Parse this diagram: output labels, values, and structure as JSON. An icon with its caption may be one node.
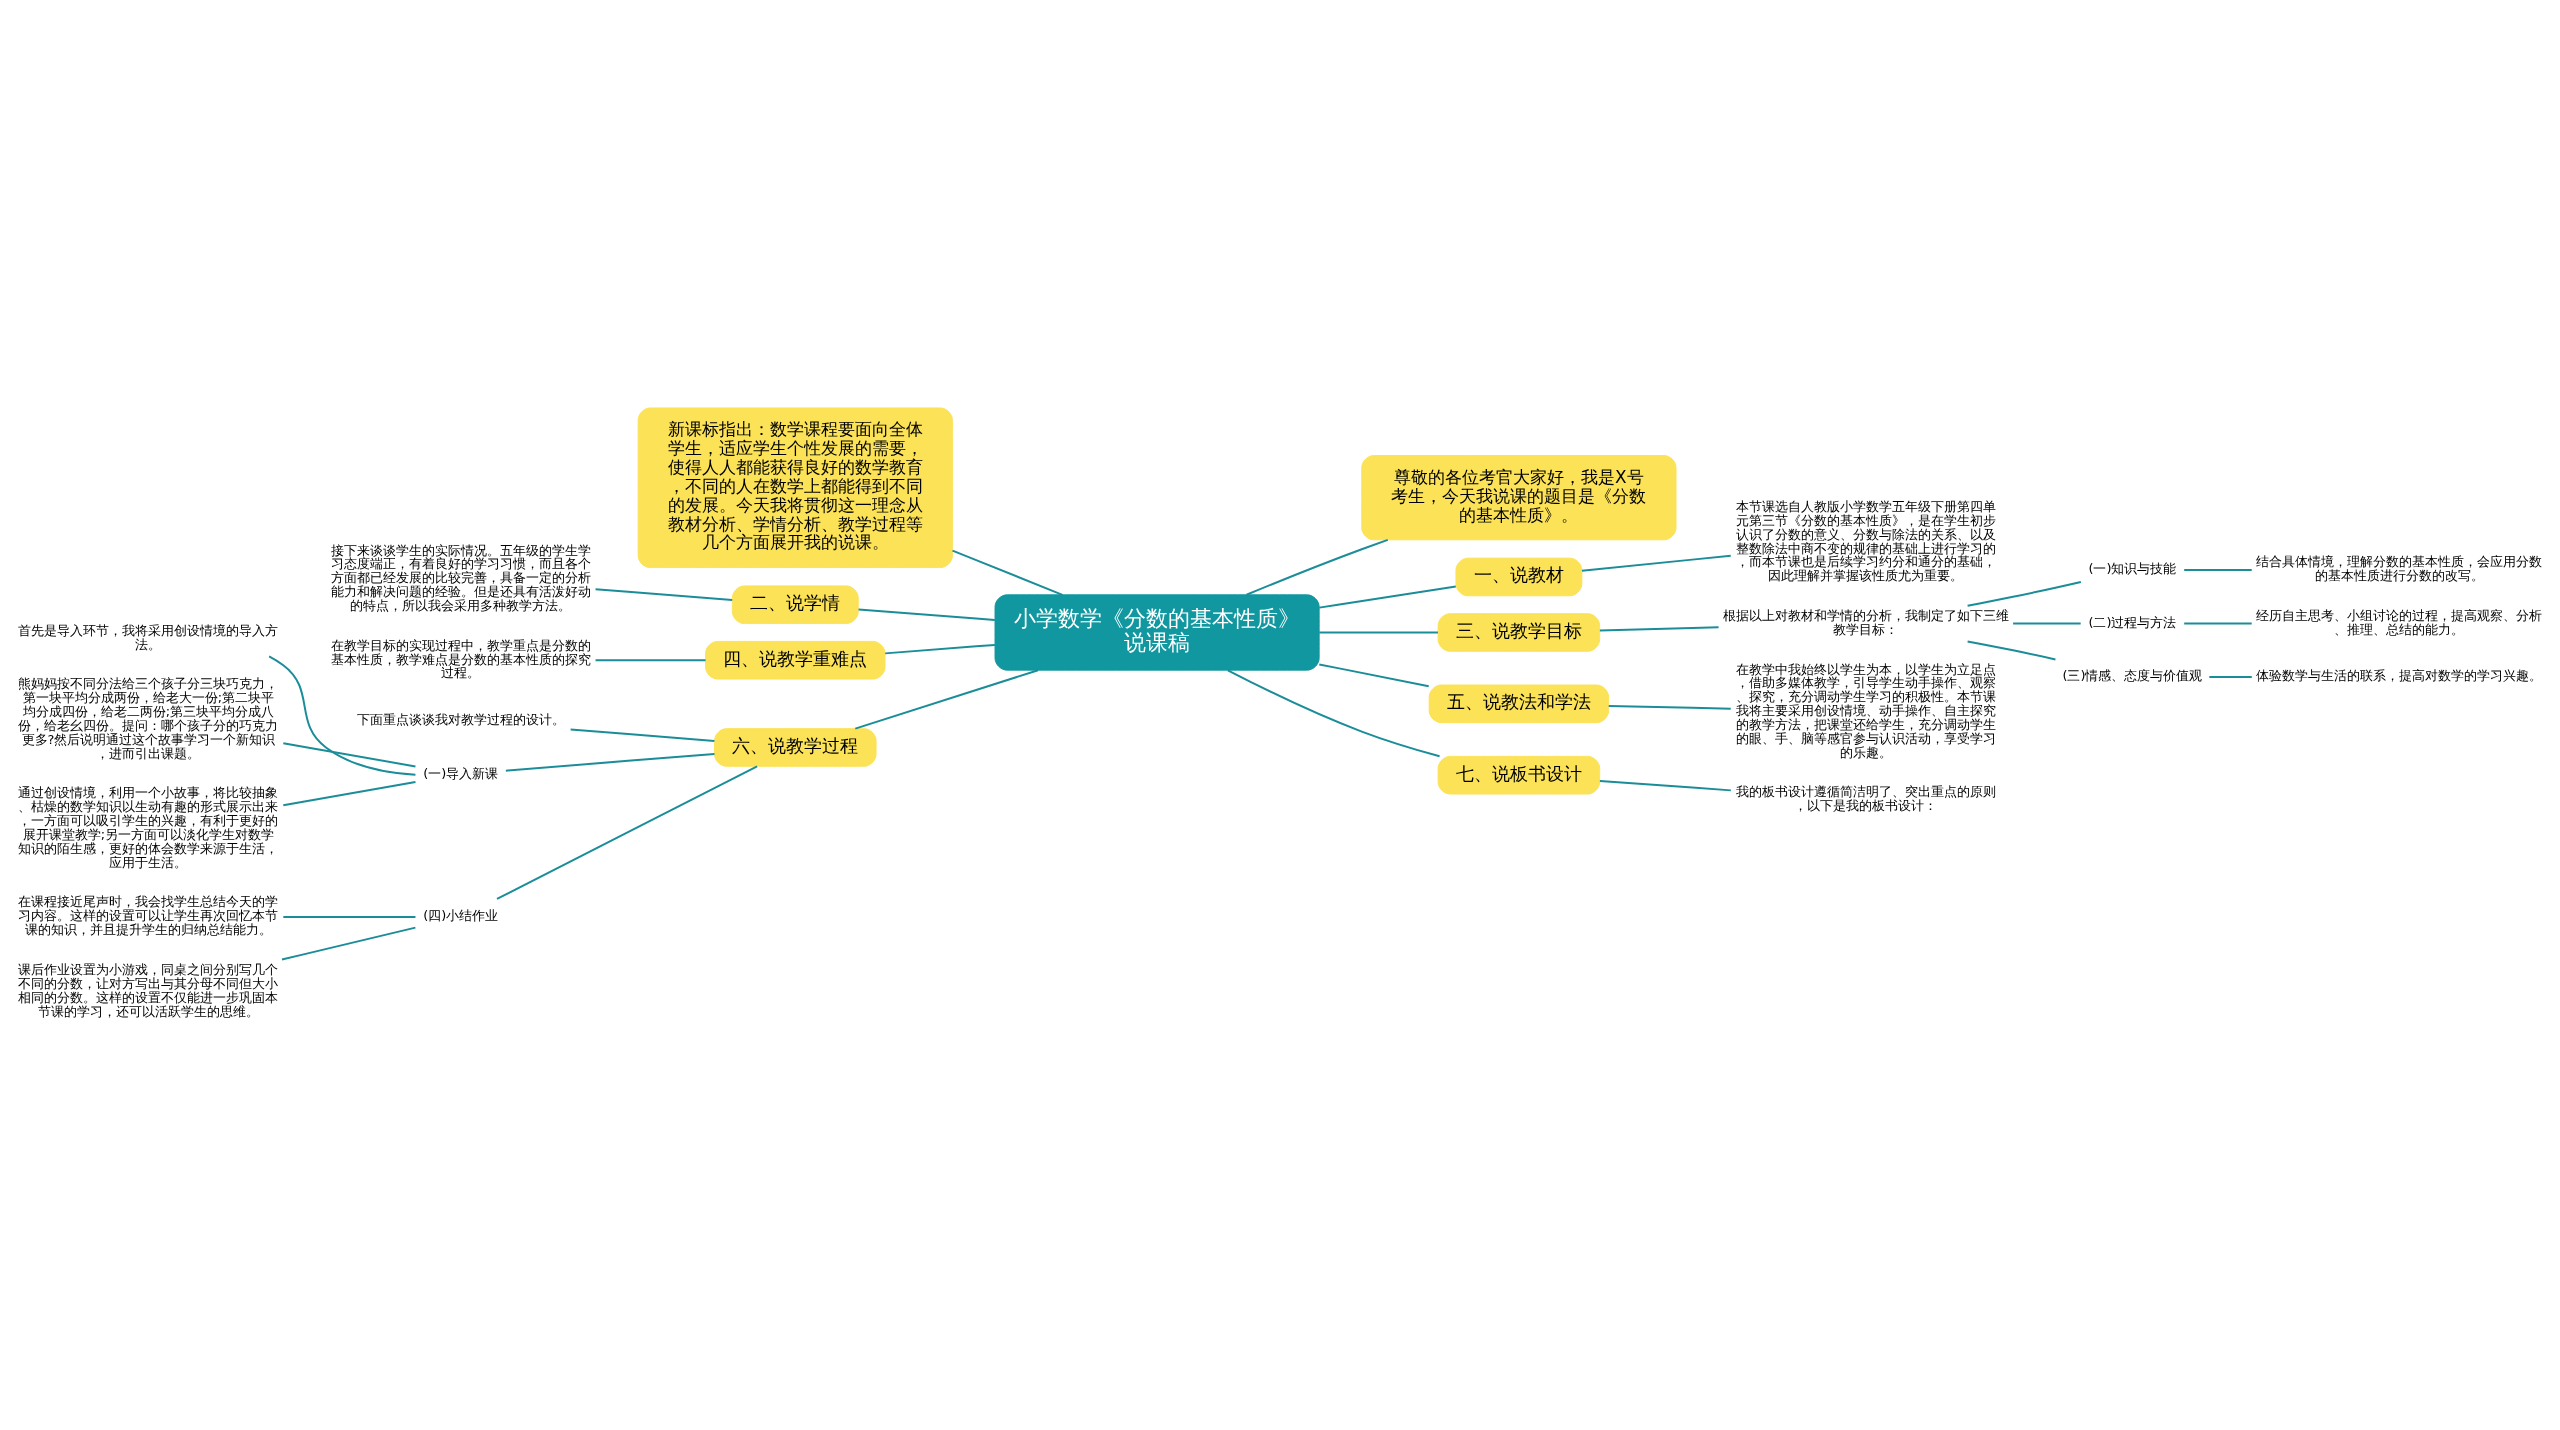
{
  "diagram": {
    "nodes": [
      {
        "text": [
          "小学数学《分数的基本性质》说课稿"
        ]
      },
      {
        "text": [
          "新课标指出：数学课程要面向全体学生，适应学生个性发展的需要，使得人人都能获得良好的数学教育，不同的人在数学上都能得到不同的发展。今天我将贯彻这一理念从教材分析、学情分析、教学过程等几个方面展开我的说课。"
        ]
      },
      {
        "text": [
          "尊敬的各位考官大家好，我是X号考生，今天我说课的题目是《分数的基本性质》。"
        ]
      },
      {
        "text": [
          "一、说教材"
        ]
      },
      {
        "text": [
          "本节课选自人教版小学数学五年级下册第四单元第三节《分数的基本性质》，是在学生初步认识了分数的意义、分数与除法的关系、以及整数除法中商不变的规律的基础上进行学习的，而本节课也是后续学习约分和通分的基础，因此理解并掌握该性质尤为重要。"
        ]
      },
      {
        "text": [
          "二、说学情"
        ]
      },
      {
        "text": [
          "接下来谈谈学生的实际情况。五年级的学生学习态度端正，有着良好的学习习惯，而且各个方面都已经发展的比较完善，具备一定的分析能力和解决问题的经验。但是还具有活泼好动的特点，所以我会采用多种教学方法。"
        ]
      },
      {
        "text": [
          "三、说教学目标"
        ]
      },
      {
        "text": [
          "根据以上对教材和学情的分析，我制定了如下三维教学目标："
        ]
      },
      {
        "text": [
          "(一)知识与技能"
        ]
      },
      {
        "text": [
          "结合具体情境，理解分数的基本性质，会应用分数的基本性质进行分数的改写。"
        ]
      },
      {
        "text": [
          "(二)过程与方法"
        ]
      },
      {
        "text": [
          "经历自主思考、小组讨论的过程，提高观察、分析、推理、总结的能力。"
        ]
      },
      {
        "text": [
          "(三)情感、态度与价值观"
        ]
      },
      {
        "text": [
          "体验数学与生活的联系，提高对数学的学习兴趣。"
        ]
      },
      {
        "text": [
          "四、说教学重难点"
        ]
      },
      {
        "text": [
          "在教学目标的实现过程中，教学重点是分数的基本性质，教学难点是分数的基本性质的探究过程。"
        ]
      },
      {
        "text": [
          "五、说教法和学法"
        ]
      },
      {
        "text": [
          "在教学中我始终以学生为本，以学生为立足点，借助多媒体教学，引导学生动手操作、观察、探究，充分调动学生学习的积极性。本节课我将主要采用创设情境、动手操作、自主探究的教学方法，把课堂还给学生，充分调动学生的眼、手、脑等感官参与认识活动，享受学习的乐趣。"
        ]
      },
      {
        "text": [
          "六、说教学过程"
        ]
      },
      {
        "text": [
          "下面重点谈谈我对教学过程的设计。"
        ]
      },
      {
        "text": [
          "(一)导入新课"
        ]
      },
      {
        "text": [
          "首先是导入环节，我将采用创设情境的导入方法。"
        ]
      },
      {
        "text": [
          "熊妈妈按不同分法给三个孩子分三块巧克力，第一块平均分成两份，给老大一份;第二块平均分成四份，给老二两份;第三块平均分成八份，给老幺四份。提问：哪个孩子分的巧克力更多?然后说明通过这个故事学习一个新知识，进而引出课题。"
        ]
      },
      {
        "text": [
          "通过创设情境，利用一个小故事，将比较抽象、枯燥的数学知识以生动有趣的形式展示出来，一方面可以吸引学生的兴趣，有利于更好的展开课堂教学;另一方面可以淡化学生对数学知识的陌生感，更好的体会数学来源于生活，应用于生活。"
        ]
      },
      {
        "text": [
          "(四)小结作业"
        ]
      },
      {
        "text": [
          "在课程接近尾声时，我会找学生总结今天的学习内容。这样的设置可以让学生再次回忆本节课的知识，并且提升学生的归纳总结能力。"
        ]
      },
      {
        "text": [
          "课后作业设置为小游戏，同桌之间分别写几个不同的分数，让对方写出与其分母不同但大小相同的分数。这样的设置不仅能进一步巩固本节课的学习，还可以活跃学生的思维。"
        ]
      },
      {
        "text": [
          "七、说板书设计"
        ]
      },
      {
        "text": [
          "我的板书设计遵循简洁明了、突出重点的原则，以下是我的板书设计："
        ]
      }
    ],
    "edges": [
      {
        "from": 0,
        "to": 1,
        "arrow": "none"
      },
      {
        "from": 0,
        "to": 2,
        "arrow": "none"
      },
      {
        "from": 0,
        "to": 3,
        "arrow": "none"
      },
      {
        "from": 3,
        "to": 4,
        "arrow": "none"
      },
      {
        "from": 0,
        "to": 5,
        "arrow": "none"
      },
      {
        "from": 5,
        "to": 6,
        "arrow": "none"
      },
      {
        "from": 0,
        "to": 7,
        "arrow": "none"
      },
      {
        "from": 7,
        "to": 8,
        "arrow": "none"
      },
      {
        "from": 8,
        "to": 9,
        "arrow": "none"
      },
      {
        "from": 9,
        "to": 10,
        "arrow": "none"
      },
      {
        "from": 8,
        "to": 11,
        "arrow": "none"
      },
      {
        "from": 11,
        "to": 12,
        "arrow": "none"
      },
      {
        "from": 8,
        "to": 13,
        "arrow": "none"
      },
      {
        "from": 13,
        "to": 14,
        "arrow": "none"
      },
      {
        "from": 0,
        "to": 15,
        "arrow": "none"
      },
      {
        "from": 15,
        "to": 16,
        "arrow": "none"
      },
      {
        "from": 0,
        "to": 17,
        "arrow": "none"
      },
      {
        "from": 17,
        "to": 18,
        "arrow": "none"
      },
      {
        "from": 0,
        "to": 19,
        "arrow": "none"
      },
      {
        "from": 19,
        "to": 20,
        "arrow": "none"
      },
      {
        "from": 19,
        "to": 21,
        "arrow": "none"
      },
      {
        "from": 21,
        "to": 22,
        "arrow": "none"
      },
      {
        "from": 21,
        "to": 23,
        "arrow": "none"
      },
      {
        "from": 21,
        "to": 24,
        "arrow": "none"
      },
      {
        "from": 19,
        "to": 25,
        "arrow": "none"
      },
      {
        "from": 25,
        "to": 26,
        "arrow": "none"
      },
      {
        "from": 25,
        "to": 27,
        "arrow": "none"
      },
      {
        "from": 0,
        "to": 28,
        "arrow": "none"
      },
      {
        "from": 28,
        "to": 29,
        "arrow": "none"
      }
    ]
  }
}
